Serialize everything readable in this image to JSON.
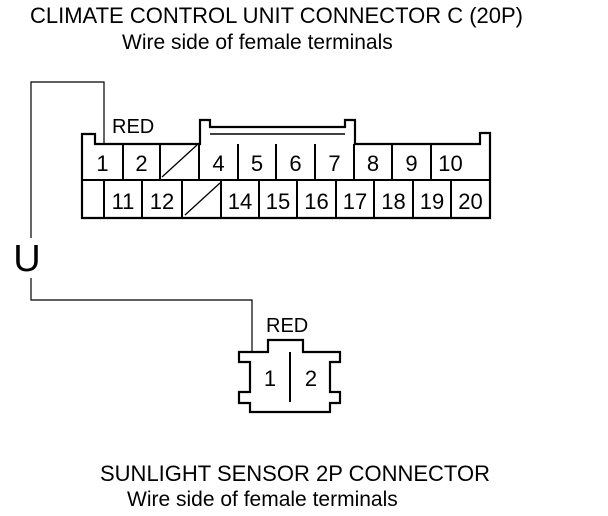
{
  "top_connector": {
    "title": "CLIMATE CONTROL UNIT CONNECTOR C (20P)",
    "subtitle": "Wire side of female terminals",
    "wire_color": "RED",
    "row1": [
      "1",
      "2",
      "",
      "4",
      "5",
      "6",
      "7",
      "8",
      "9",
      "10"
    ],
    "row2": [
      "",
      "11",
      "12",
      "",
      "14",
      "15",
      "16",
      "17",
      "18",
      "19",
      "20"
    ]
  },
  "bottom_connector": {
    "title": "SUNLIGHT SENSOR 2P CONNECTOR",
    "subtitle": "Wire side of female terminals",
    "wire_color": "RED",
    "terminals": [
      "1",
      "2"
    ]
  },
  "continuity_symbol": "U"
}
